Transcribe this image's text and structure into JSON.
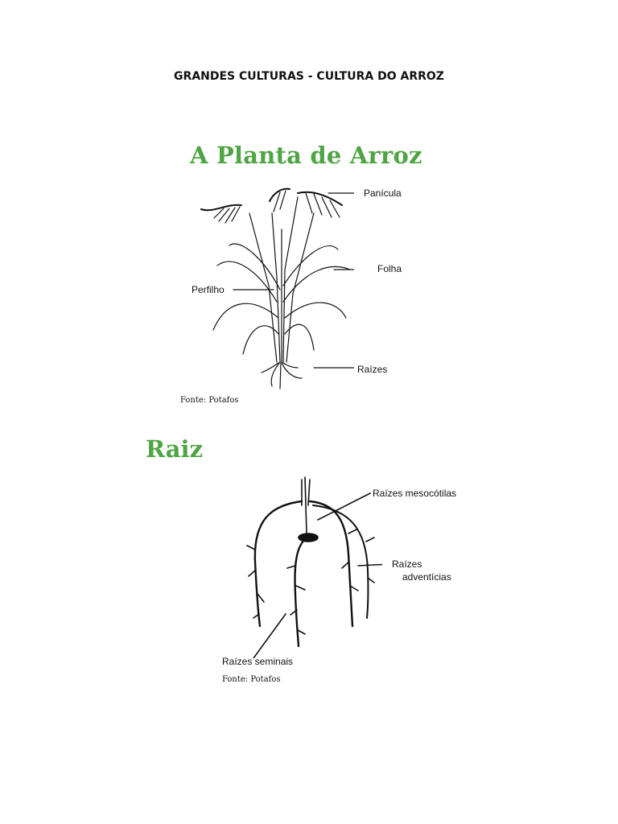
{
  "document": {
    "title": "GRANDES CULTURAS - CULTURA DO ARROZ"
  },
  "section_plant": {
    "heading": "A Planta de Arroz",
    "labels": {
      "panicula": "Panícula",
      "folha": "Folha",
      "perfilho": "Perfilho",
      "raizes": "Raízes"
    },
    "source": "Fonte: Potafos"
  },
  "section_root": {
    "heading": "Raiz",
    "labels": {
      "mesocotilas": "Raízes mesocótilas",
      "adventicias_line1": "Raízes",
      "adventicias_line2": "adventícias",
      "seminais": "Raízes seminais"
    },
    "source": "Fonte: Potafos"
  },
  "colors": {
    "heading_green": "#4fa443",
    "text": "#111111"
  }
}
